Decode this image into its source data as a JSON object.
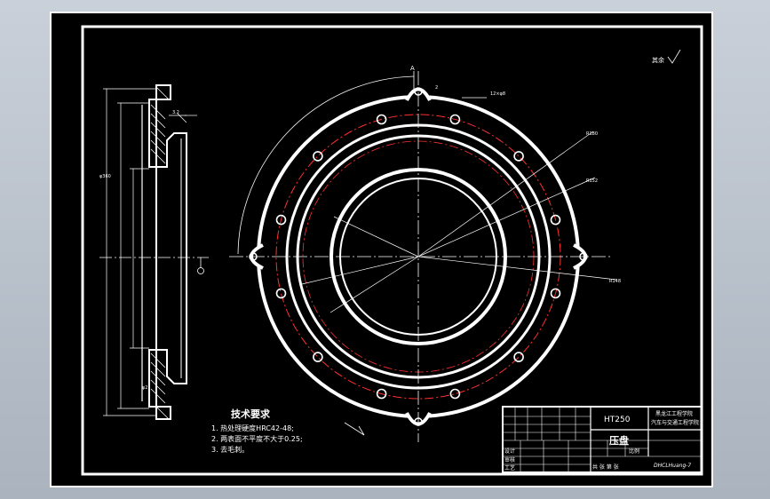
{
  "drawing": {
    "tech_title": "技术要求",
    "requirements": [
      "1. 热处理硬度HRC42-48;",
      "2. 两表面不平度不大于0.25;",
      "3. 去毛刺。"
    ],
    "roughness_note": "其余",
    "section_marker": "A"
  },
  "title_block": {
    "material": "HT250",
    "school_line1": "黑龙江工程学院",
    "school_line2": "汽车与交通工程学院",
    "part_name": "压盘",
    "drawing_code": "DHCLHuang-7",
    "label_design": "设计",
    "label_check": "审核",
    "label_process": "工艺",
    "label_ratio": "比例",
    "label_sheet": "共 张 第 张"
  }
}
